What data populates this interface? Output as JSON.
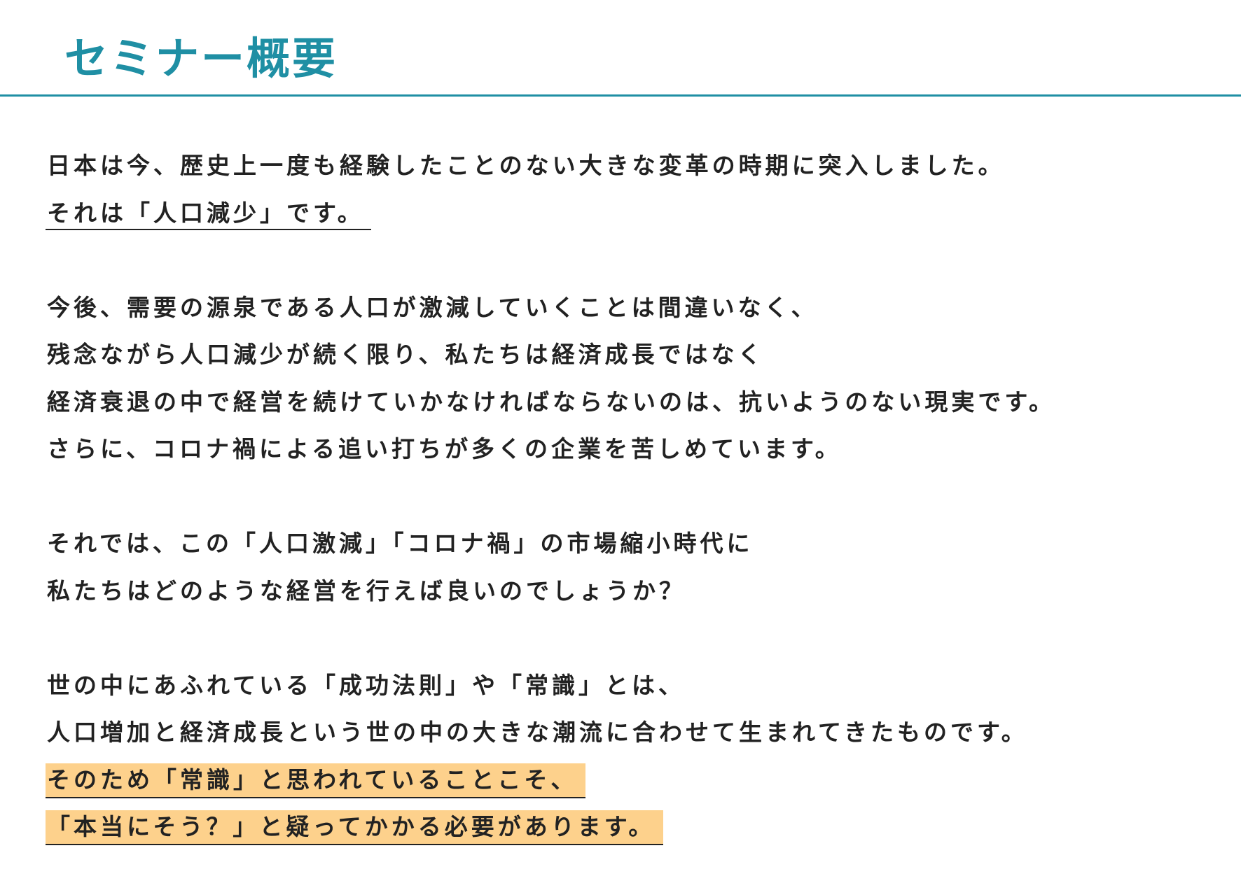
{
  "header": {
    "title": "セミナー概要"
  },
  "paragraphs": [
    {
      "lines": [
        "日本は今、歴史上一度も経験したことのない大きな変革の時期に突入しました。",
        "それは「人口減少」です。"
      ]
    },
    {
      "lines": [
        "今後、需要の源泉である人口が激減していくことは間違いなく、",
        "残念ながら人口減少が続く限り、私たちは経済成長ではなく",
        "経済衰退の中で経営を続けていかなければならないのは、抗いようのない現実です。",
        "さらに、コロナ禍による追い打ちが多くの企業を苦しめています。"
      ]
    },
    {
      "lines": [
        "それでは、この「人口激減」「コロナ禍」の市場縮小時代に",
        "私たちはどのような経営を行えば良いのでしょうか？"
      ]
    },
    {
      "lines": [
        "世の中にあふれている「成功法則」や「常識」とは、",
        "人口増加と経済成長という世の中の大きな潮流に合わせて生まれてきたものです。",
        "そのため「常識」と思われていることこそ、",
        "「本当にそう？」と疑ってかかる必要があります。"
      ]
    }
  ],
  "colors": {
    "accent": "#1f8fa4",
    "highlight": "#fdd18c",
    "text": "#222222"
  }
}
